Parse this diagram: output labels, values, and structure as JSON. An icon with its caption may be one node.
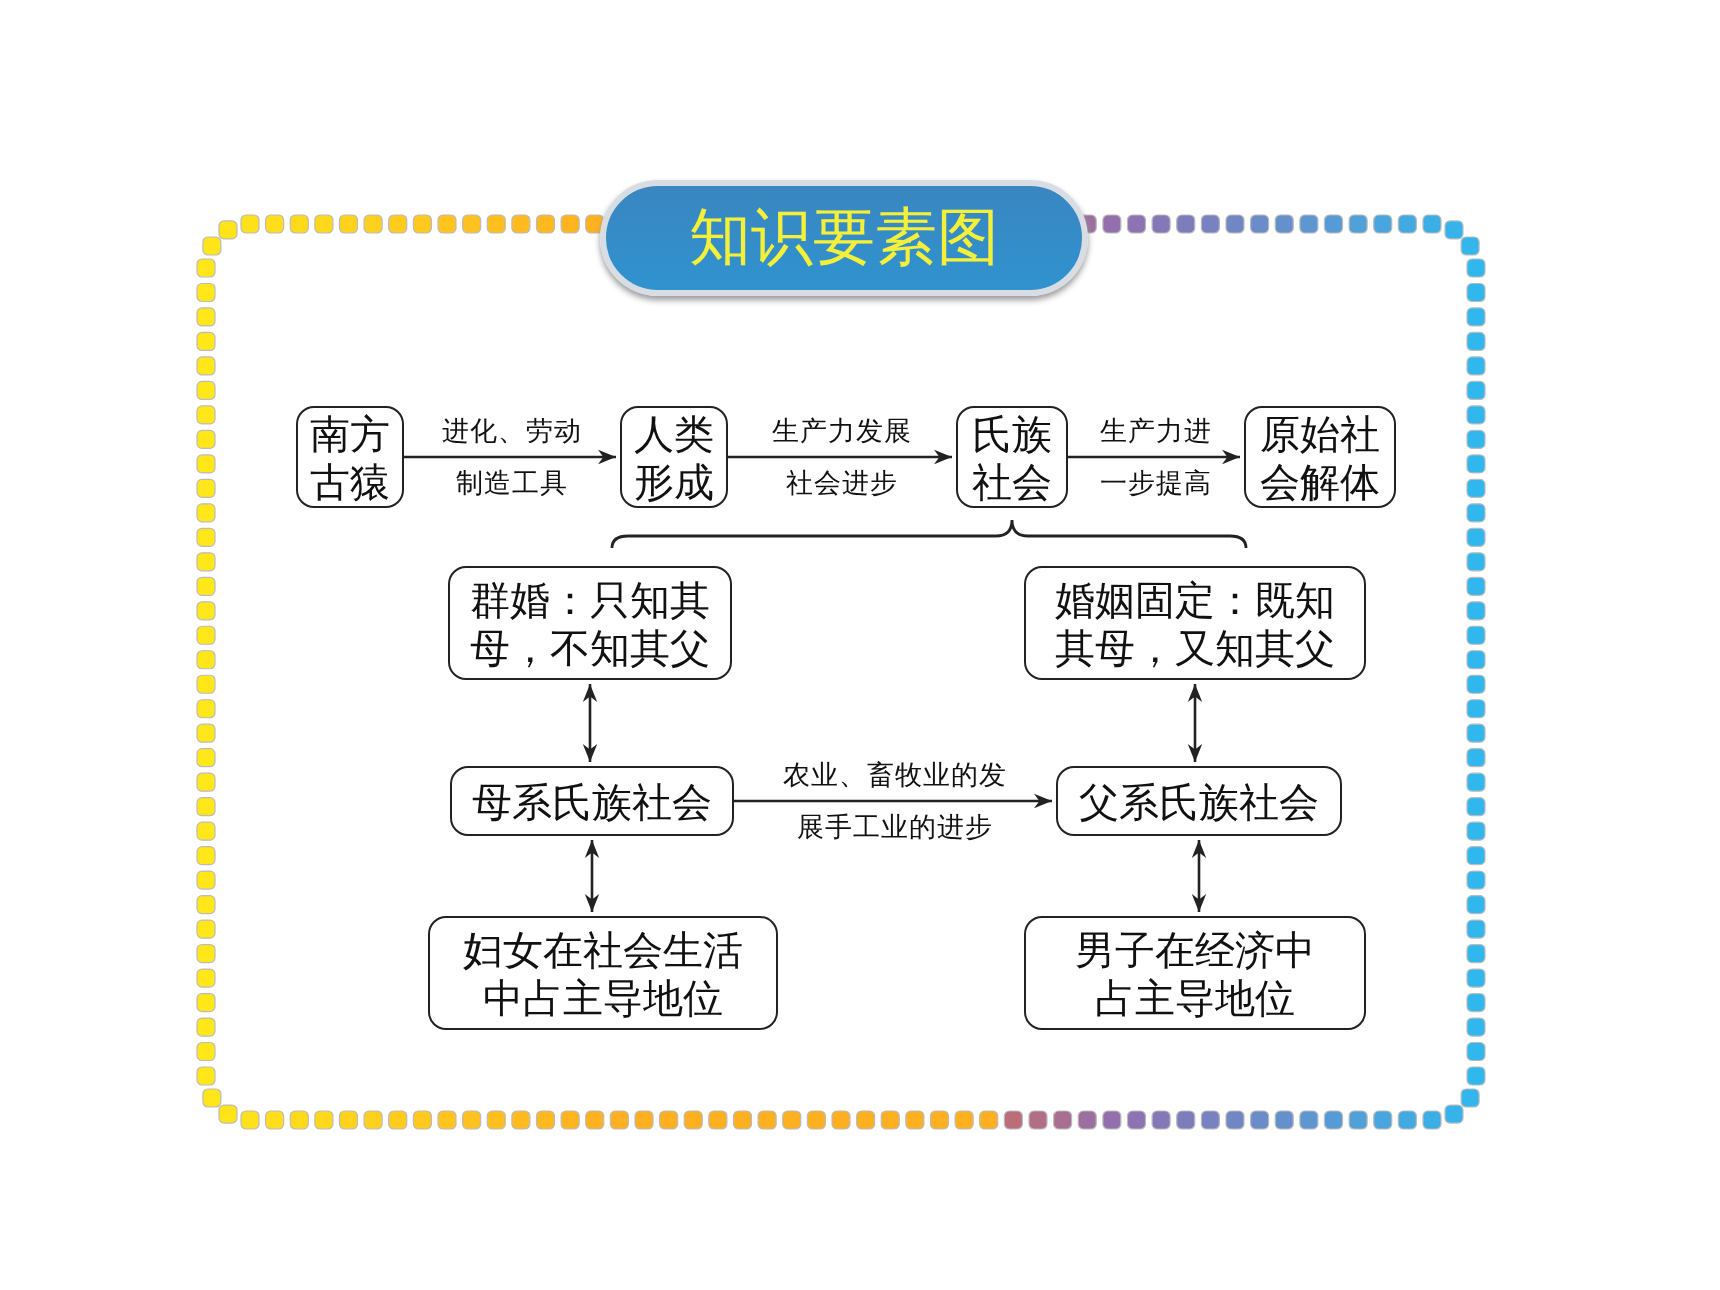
{
  "diagram": {
    "title": "知识要素图",
    "nodes": [
      {
        "text": [
          "南方古猿"
        ]
      },
      {
        "text": [
          "人类形成"
        ]
      },
      {
        "text": [
          "氏族社会"
        ]
      },
      {
        "text": [
          "原始社会解体"
        ]
      },
      {
        "text": [
          "群婚：只知其母，不知其父"
        ]
      },
      {
        "text": [
          "婚姻固定：既知其母，又知其父"
        ]
      },
      {
        "text": [
          "母系氏族社会"
        ]
      },
      {
        "text": [
          "父系氏族社会"
        ]
      },
      {
        "text": [
          "妇女在社会生活中占主导地位"
        ]
      },
      {
        "text": [
          "男子在经济中占主导地位"
        ]
      }
    ],
    "edges": [
      {
        "from": 0,
        "to": 1,
        "arrow": "to",
        "label": "进化、劳动制造工具"
      },
      {
        "from": 1,
        "to": 2,
        "arrow": "to",
        "label": "生产力发展社会进步"
      },
      {
        "from": 2,
        "to": 3,
        "arrow": "to",
        "label": "生产力进一步提高"
      },
      {
        "from": 4,
        "to": 6,
        "arrow": "both"
      },
      {
        "from": 5,
        "to": 7,
        "arrow": "both"
      },
      {
        "from": 6,
        "to": 7,
        "arrow": "to",
        "label": "农业、畜牧业的发展手工业的进步"
      },
      {
        "from": 6,
        "to": 8,
        "arrow": "both"
      },
      {
        "from": 7,
        "to": 9,
        "arrow": "both"
      }
    ]
  }
}
